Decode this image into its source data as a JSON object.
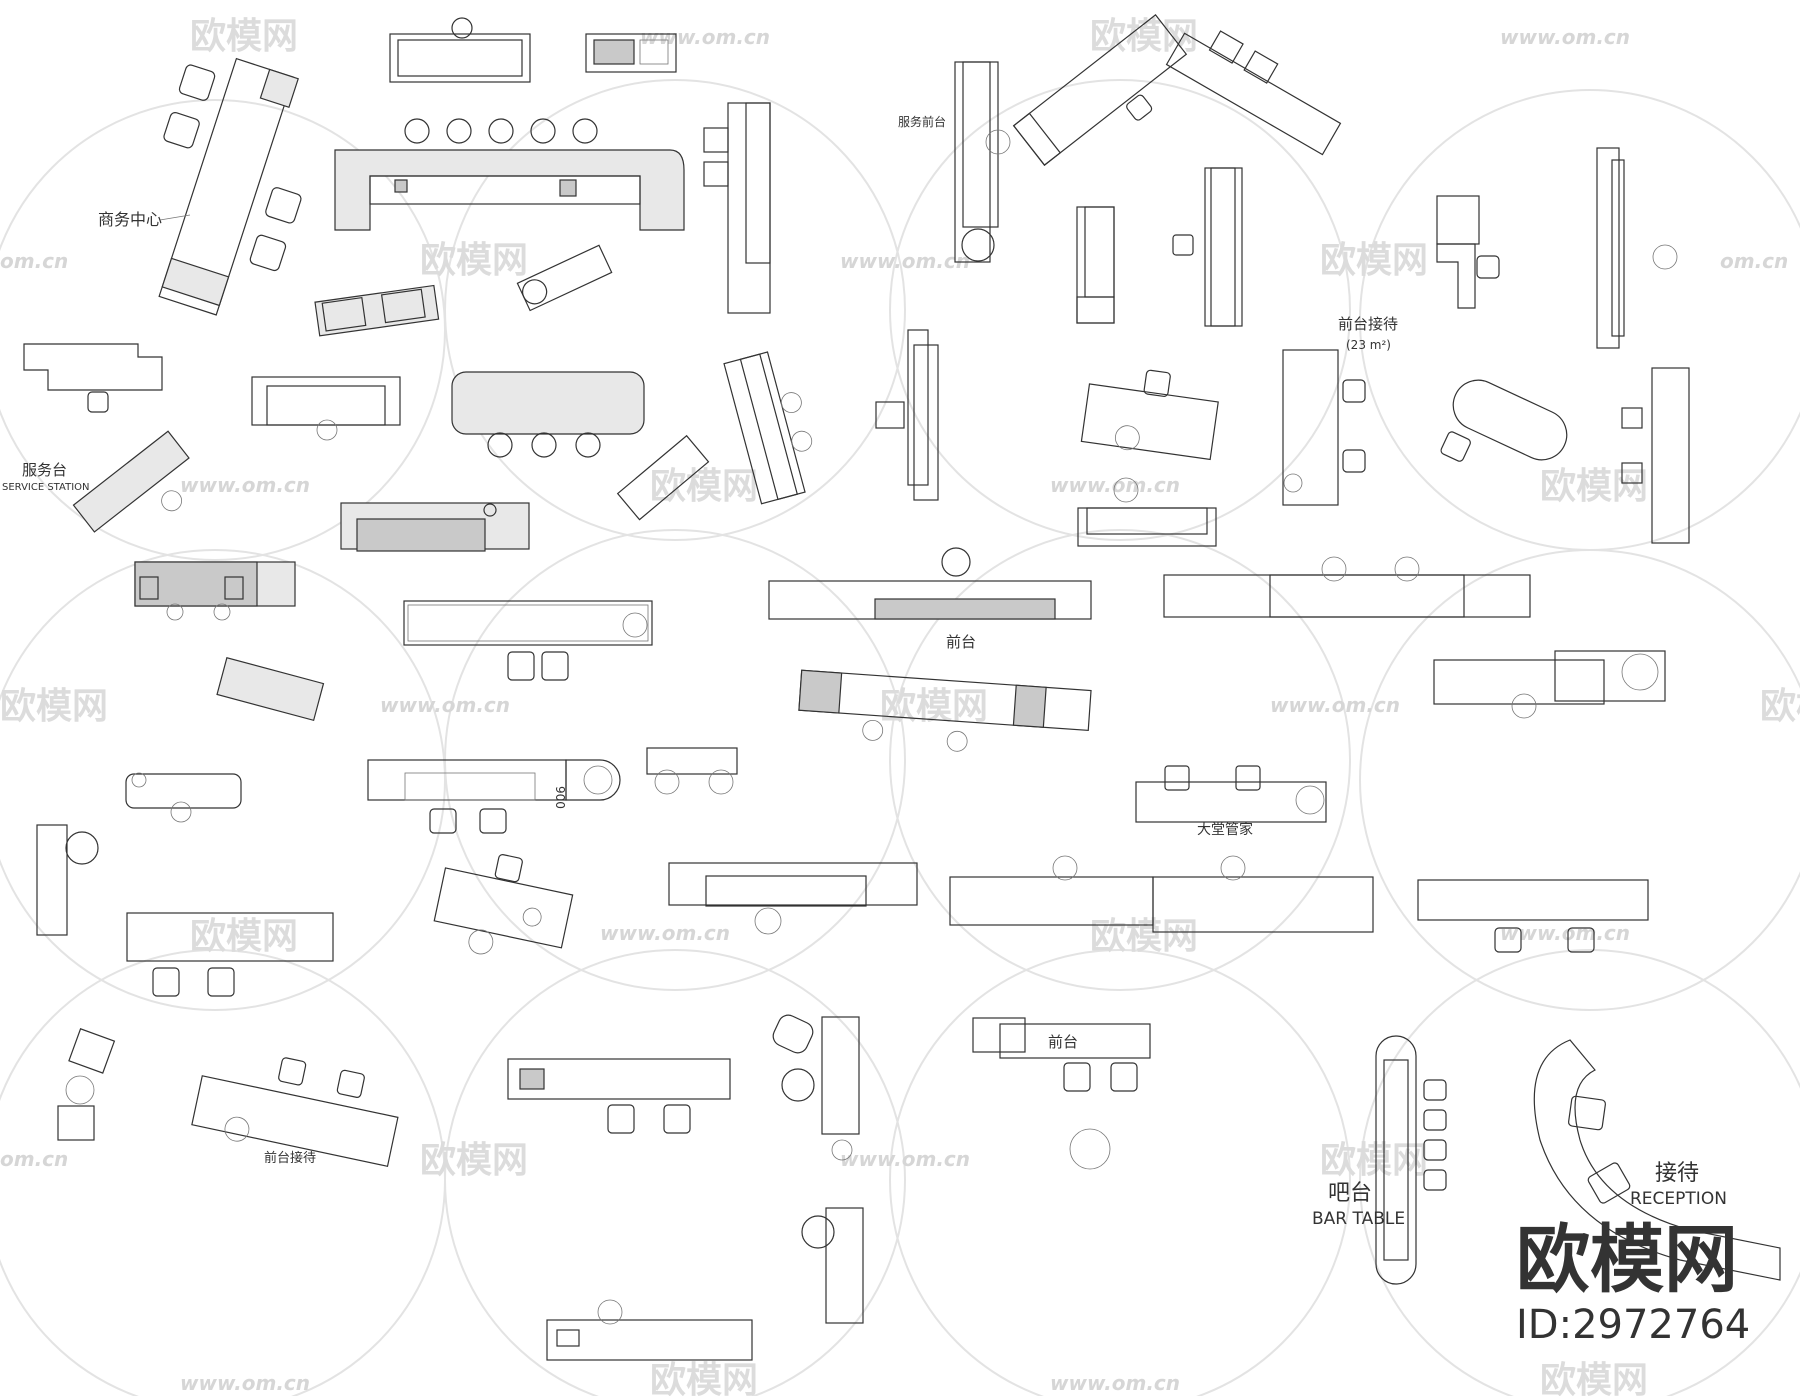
{
  "labels": {
    "business_center": "商务中心",
    "service_front_desk": "服务前台",
    "front_reception": "前台接待",
    "front_reception_area": "(23 m²)",
    "service_station_cn": "服务台",
    "service_station_en": "SERVICE STATION",
    "front_desk_1": "前台",
    "front_desk_2": "前台",
    "dimension_900": "900",
    "lobby_butler": "大堂管家",
    "front_reception_2": "前台接待",
    "bar_cn": "吧台",
    "bar_en": "BAR TABLE",
    "reception_cn": "接待",
    "reception_en": "RECEPTION"
  },
  "watermark": {
    "brand": "欧模网",
    "url": "www.om.cn",
    "url_partial": "om.cn",
    "id": "ID:2972764"
  },
  "colors": {
    "line": "#333333",
    "watermark": "#dcdcdc",
    "fill_light": "#e8e8e8",
    "fill_dark": "#c9c9c9"
  }
}
